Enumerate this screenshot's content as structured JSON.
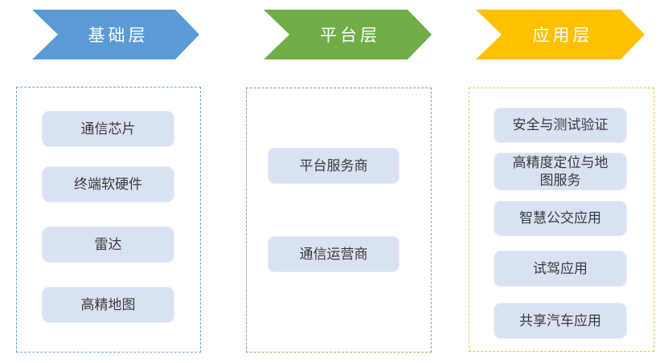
{
  "diagram": {
    "description": "Three-layer architecture diagram",
    "item_style": {
      "fill": "#D9E2F3",
      "border": "#E7ECF8",
      "text_color": "#3B3B3B"
    },
    "columns": [
      {
        "id": "foundation-layer",
        "header": {
          "label": "基础层",
          "fill": "#5B9BD5",
          "text_color": "#FFFFFF"
        },
        "panel_border_color": "#76A0C4",
        "items": [
          {
            "label": "通信芯片"
          },
          {
            "label": "终端软硬件"
          },
          {
            "label": "雷达"
          },
          {
            "label": "高精地图"
          }
        ]
      },
      {
        "id": "platform-layer",
        "header": {
          "label": "平台层",
          "fill": "#70AD47",
          "text_color": "#FFFFFF"
        },
        "panel_border_color": "#81B06E",
        "items": [
          {
            "label": "平台服务商"
          },
          {
            "label": "通信运营商"
          }
        ]
      },
      {
        "id": "application-layer",
        "header": {
          "label": "应用层",
          "fill": "#FFC000",
          "text_color": "#FFFFFF"
        },
        "panel_border_color": "#F2C14E",
        "items": [
          {
            "label": "安全与测试验证"
          },
          {
            "label": "高精度定位与地\n图服务"
          },
          {
            "label": "智慧公交应用"
          },
          {
            "label": "试驾应用"
          },
          {
            "label": "共享汽车应用"
          }
        ]
      }
    ]
  }
}
